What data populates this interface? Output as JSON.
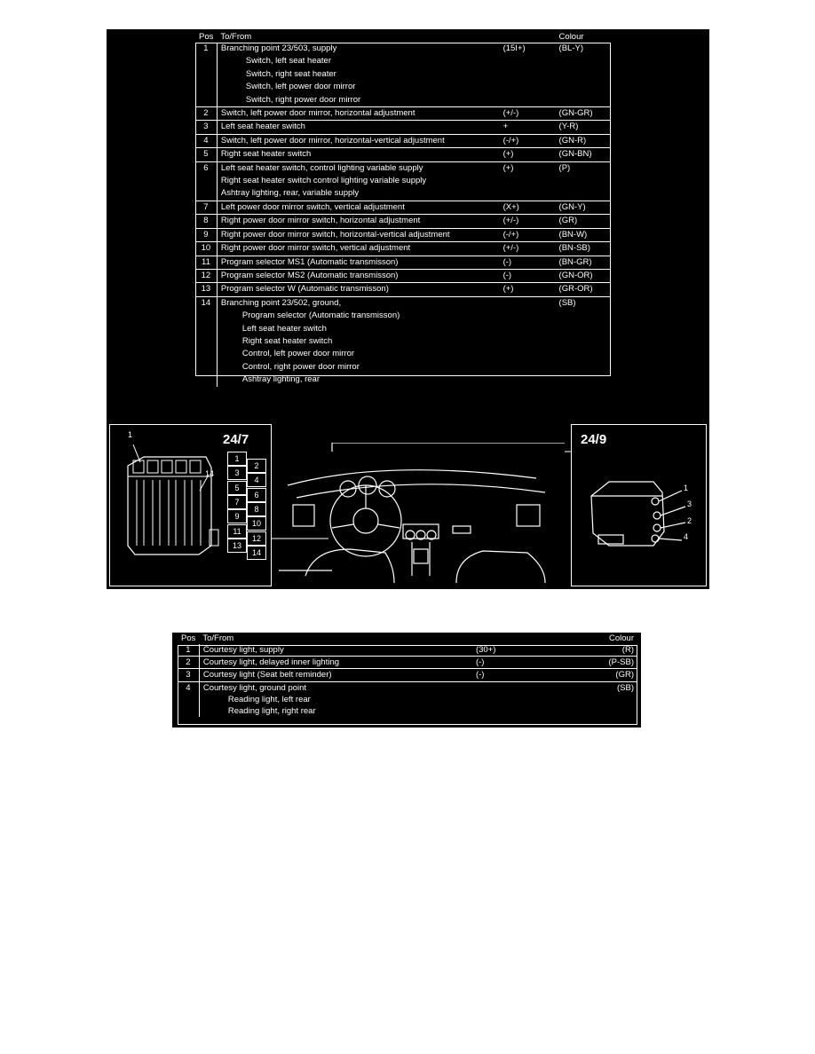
{
  "table1": {
    "headers": {
      "pos": "Pos",
      "tofrom": "To/From",
      "colour": "Colour"
    },
    "rows": [
      {
        "pos": "1",
        "desc": "Branching point 23/503, supply",
        "sign": "(15I+)",
        "colour": "(BL-Y)"
      },
      {
        "pos": "",
        "desc": "Switch, left seat heater",
        "sign": "",
        "colour": "",
        "indent": 1
      },
      {
        "pos": "",
        "desc": "Switch, right seat heater",
        "sign": "",
        "colour": "",
        "indent": 1
      },
      {
        "pos": "",
        "desc": "Switch, left power door mirror",
        "sign": "",
        "colour": "",
        "indent": 1
      },
      {
        "pos": "",
        "desc": "Switch, right power door mirror",
        "sign": "",
        "colour": "",
        "indent": 1
      },
      {
        "pos": "2",
        "desc": "Switch, left power door mirror, horizontal adjustment",
        "sign": "(+/-)",
        "colour": "(GN-GR)"
      },
      {
        "pos": "3",
        "desc": "Left seat heater switch",
        "sign": "+",
        "colour": "(Y-R)"
      },
      {
        "pos": "4",
        "desc": "Switch, left power door mirror, horizontal-vertical adjustment",
        "sign": "(-/+)",
        "colour": "(GN-R)"
      },
      {
        "pos": "5",
        "desc": "Right seat heater switch",
        "sign": "(+)",
        "colour": "(GN-BN)"
      },
      {
        "pos": "6",
        "desc": "Left seat heater switch, control lighting variable supply",
        "sign": "(+)",
        "colour": "(P)"
      },
      {
        "pos": "",
        "desc": "Right seat heater switch control lighting variable supply",
        "sign": "",
        "colour": ""
      },
      {
        "pos": "",
        "desc": "Ashtray lighting, rear, variable supply",
        "sign": "",
        "colour": ""
      },
      {
        "pos": "7",
        "desc": "Left power door mirror switch, vertical adjustment",
        "sign": "(X+)",
        "colour": "(GN-Y)"
      },
      {
        "pos": "8",
        "desc": "Right power door mirror switch, horizontal adjustment",
        "sign": "(+/-)",
        "colour": "(GR)"
      },
      {
        "pos": "9",
        "desc": "Right power door mirror switch, horizontal-vertical adjustment",
        "sign": "(-/+)",
        "colour": "(BN-W)"
      },
      {
        "pos": "10",
        "desc": "Right power door mirror switch, vertical adjustment",
        "sign": "(+/-)",
        "colour": "(BN-SB)"
      },
      {
        "pos": "11",
        "desc": "Program selector MS1 (Automatic transmisson)",
        "sign": "(-)",
        "colour": "(BN-GR)"
      },
      {
        "pos": "12",
        "desc": "Program selector MS2 (Automatic transmisson)",
        "sign": "(-)",
        "colour": "(GN-OR)"
      },
      {
        "pos": "13",
        "desc": "Program selector W (Automatic transmisson)",
        "sign": "(+)",
        "colour": "(GR-OR)"
      },
      {
        "pos": "14",
        "desc": "Branching point 23/502, ground,",
        "sign": "",
        "colour": "(SB)"
      },
      {
        "pos": "",
        "desc": "Program selector (Automatic transmisson)",
        "sign": "",
        "colour": "",
        "indent": 2
      },
      {
        "pos": "",
        "desc": "Left seat heater switch",
        "sign": "",
        "colour": "",
        "indent": 2
      },
      {
        "pos": "",
        "desc": "Right seat heater switch",
        "sign": "",
        "colour": "",
        "indent": 2
      },
      {
        "pos": "",
        "desc": "Control, left power door mirror",
        "sign": "",
        "colour": "",
        "indent": 2
      },
      {
        "pos": "",
        "desc": "Control, right power door mirror",
        "sign": "",
        "colour": "",
        "indent": 2
      },
      {
        "pos": "",
        "desc": "Ashtray lighting, rear",
        "sign": "",
        "colour": "",
        "indent": 2
      }
    ]
  },
  "figure": {
    "left_connector_label": "24/7",
    "right_connector_label": "24/9",
    "left_callouts": [
      "1",
      "14"
    ],
    "left_pins": [
      "1",
      "2",
      "3",
      "4",
      "5",
      "6",
      "7",
      "8",
      "9",
      "10",
      "11",
      "12",
      "13",
      "14"
    ],
    "right_callouts": [
      "1",
      "3",
      "2",
      "4"
    ]
  },
  "table2": {
    "headers": {
      "pos": "Pos",
      "tofrom": "To/From",
      "colour": "Colour"
    },
    "rows": [
      {
        "pos": "1",
        "desc": "Courtesy light, supply",
        "sign": "(30+)",
        "colour": "(R)"
      },
      {
        "pos": "2",
        "desc": "Courtesy light, delayed inner lighting",
        "sign": "(-)",
        "colour": "(P-SB)"
      },
      {
        "pos": "3",
        "desc": "Courtesy light (Seat belt reminder)",
        "sign": "(-)",
        "colour": "(GR)"
      },
      {
        "pos": "4",
        "desc": "Courtesy light, ground point",
        "sign": "",
        "colour": "(SB)"
      },
      {
        "pos": "",
        "desc": "Reading light, left rear",
        "sign": "",
        "colour": "",
        "indent": 1
      },
      {
        "pos": "",
        "desc": "Reading light, right rear",
        "sign": "",
        "colour": "",
        "indent": 1
      }
    ]
  }
}
